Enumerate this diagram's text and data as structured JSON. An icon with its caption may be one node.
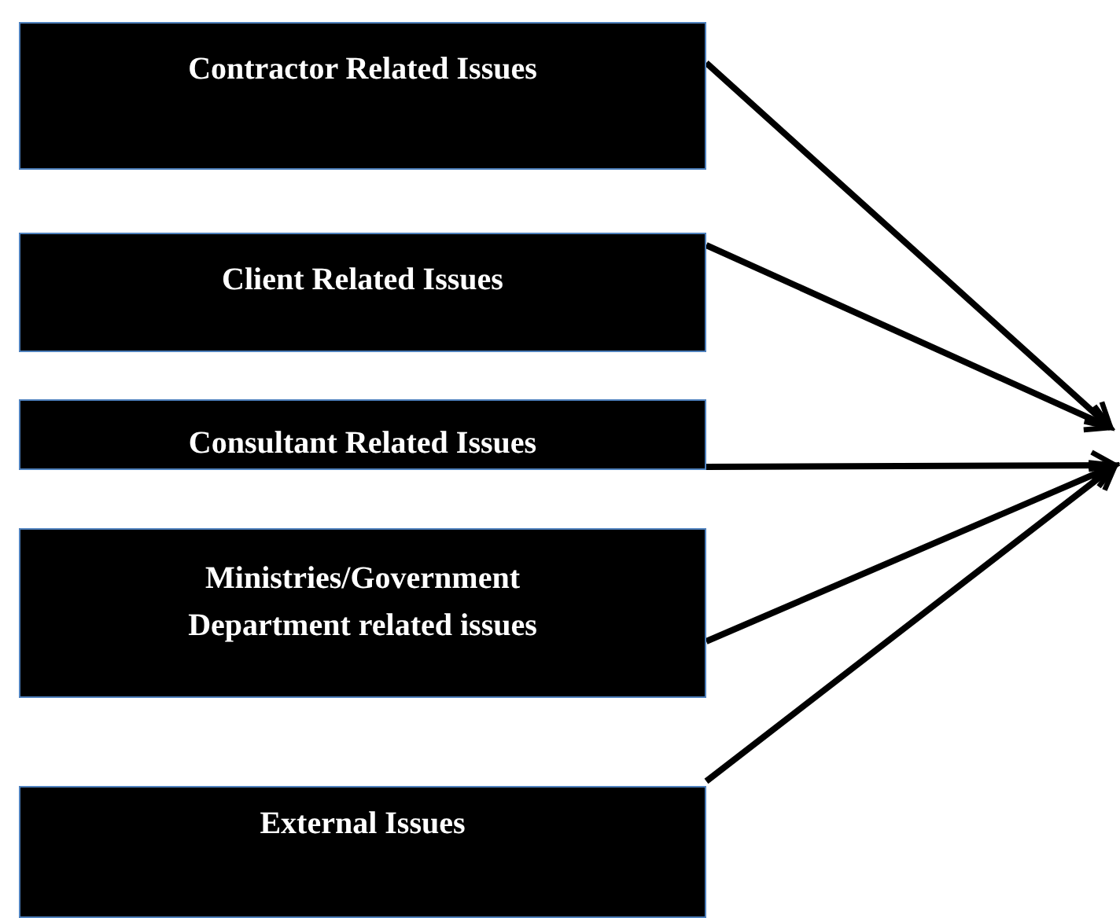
{
  "diagram": {
    "nodes": [
      {
        "text": [
          "Contractor Related Issues"
        ]
      },
      {
        "text": [
          "Client Related Issues"
        ]
      },
      {
        "text": [
          "Consultant Related Issues"
        ]
      },
      {
        "text": [
          "Ministries/Government Department related issues"
        ]
      },
      {
        "text": [
          "External Issues"
        ]
      }
    ],
    "edges": [
      {
        "from": 0,
        "to": null,
        "arrow": "to"
      },
      {
        "from": 1,
        "to": null,
        "arrow": "to"
      },
      {
        "from": 2,
        "to": null,
        "arrow": "to"
      },
      {
        "from": 3,
        "to": null,
        "arrow": "to"
      },
      {
        "from": 4,
        "to": null,
        "arrow": "to"
      }
    ]
  }
}
